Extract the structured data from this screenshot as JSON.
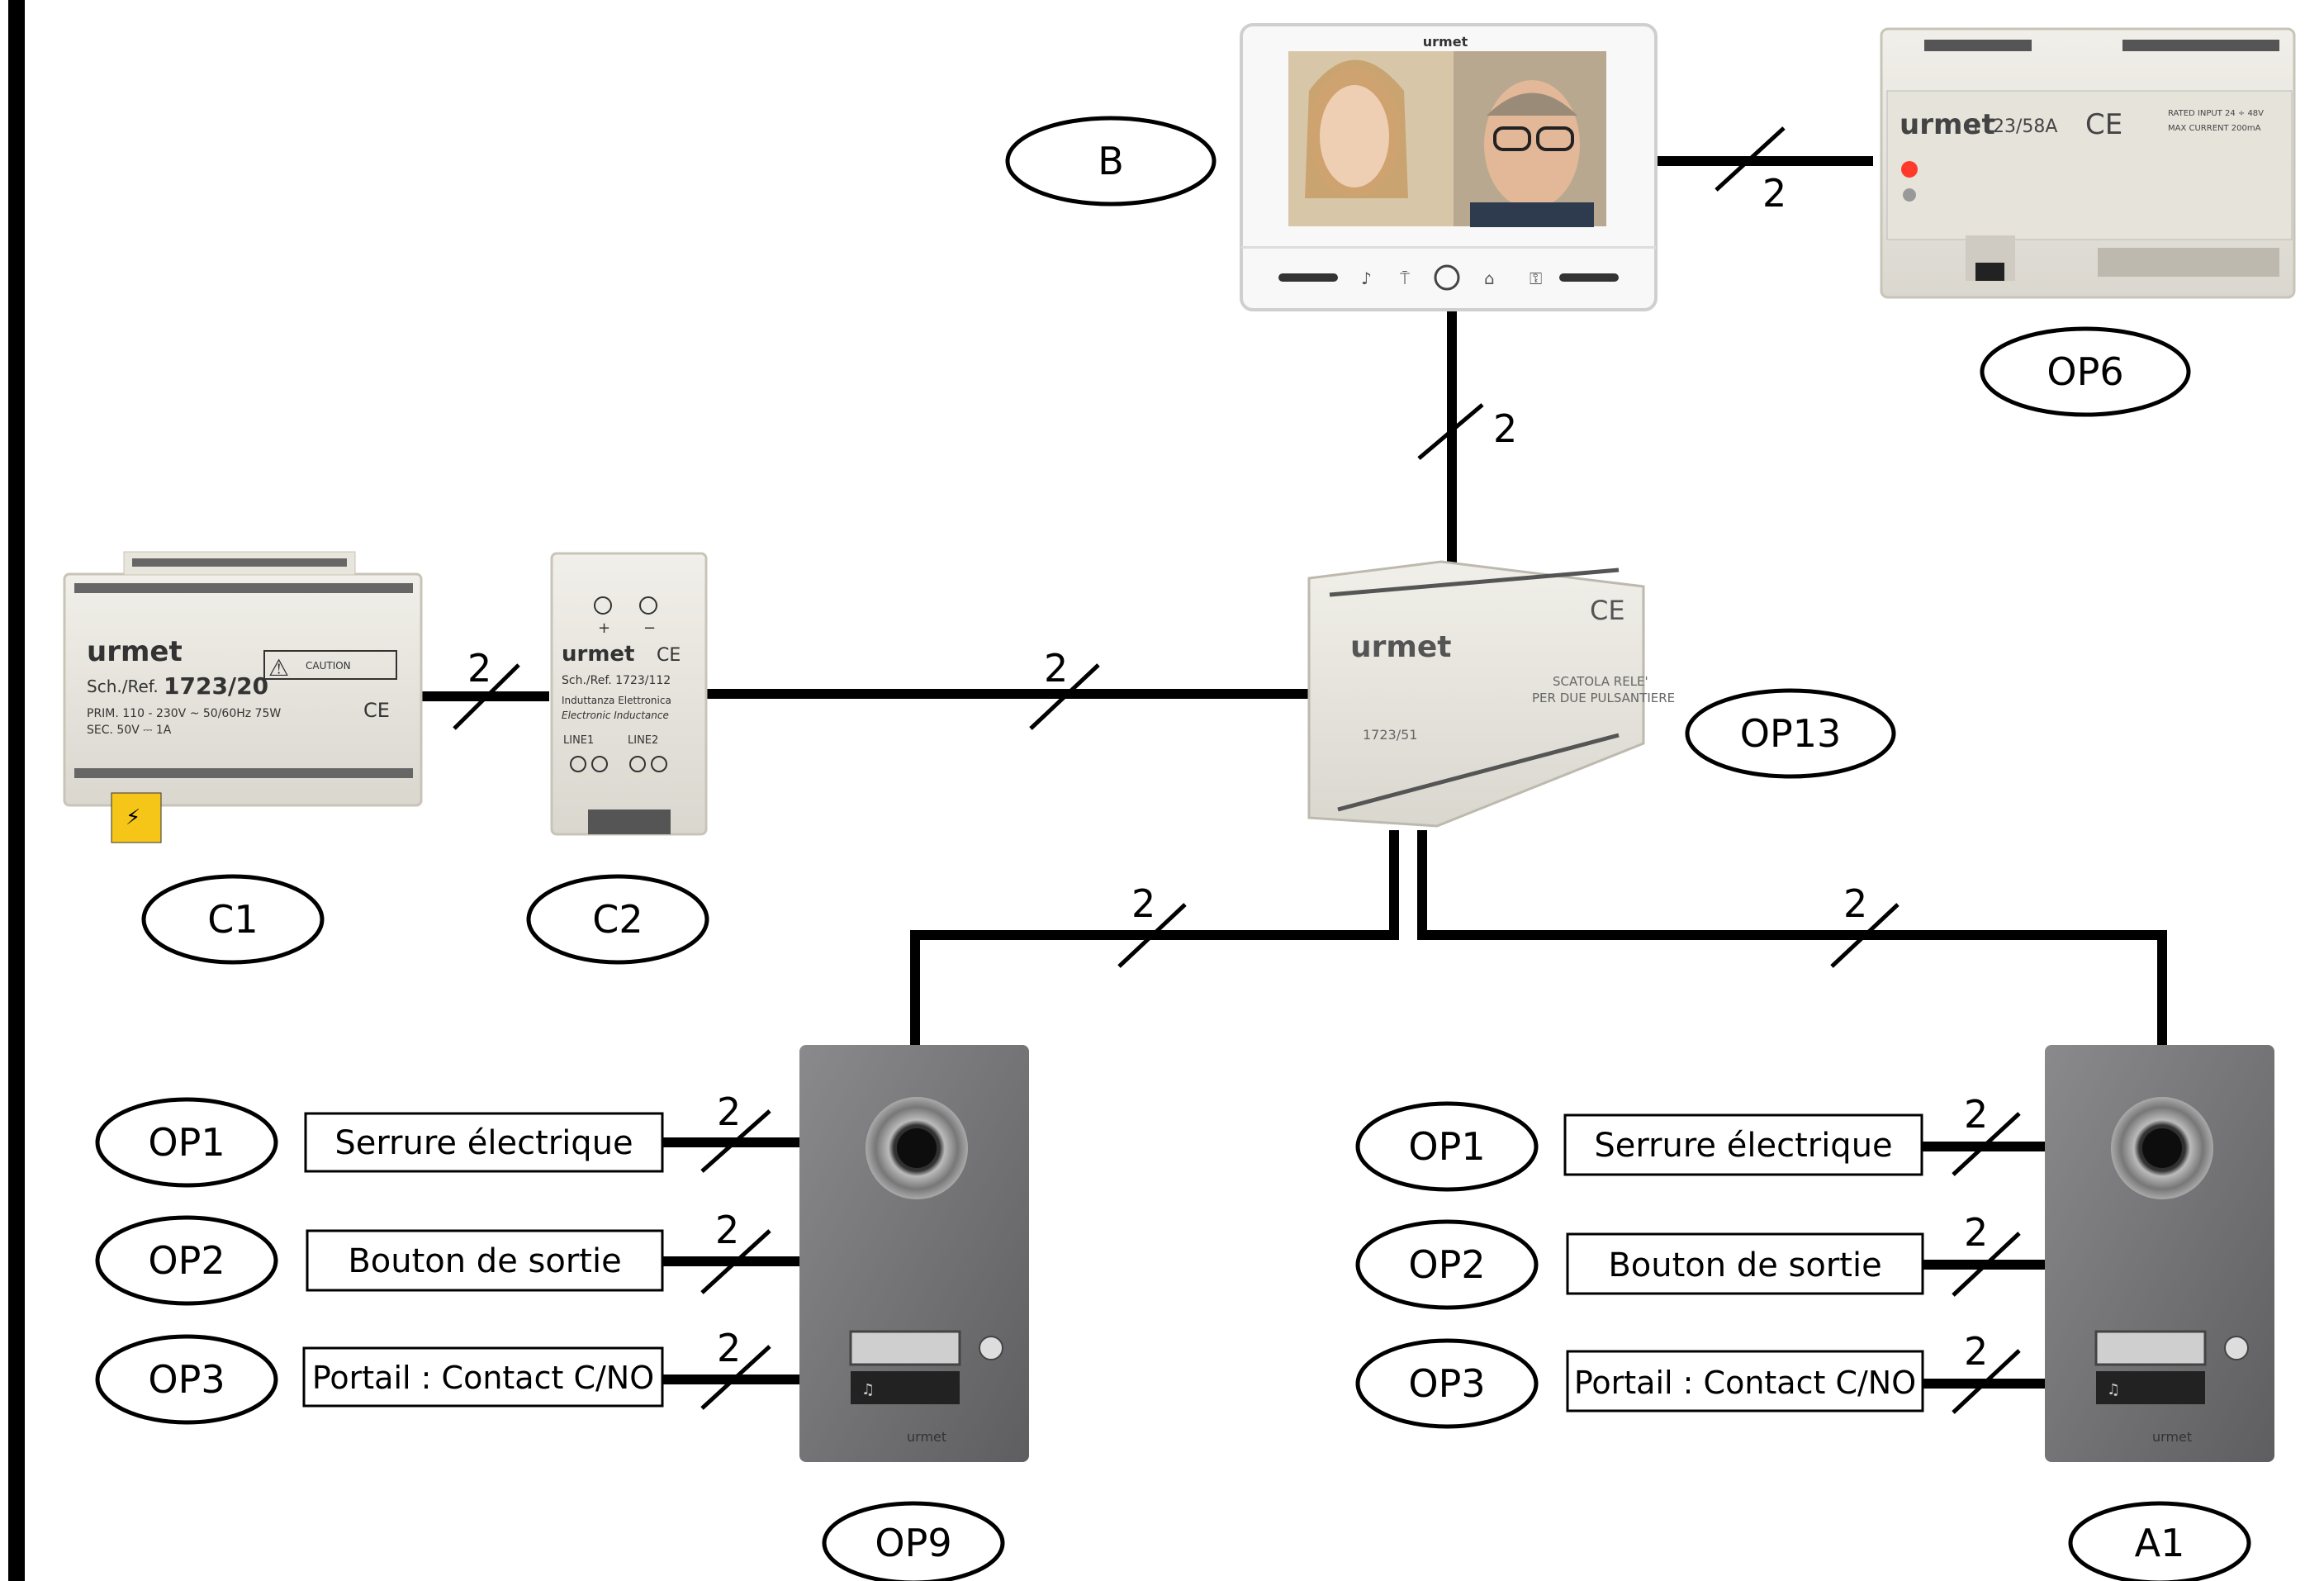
{
  "devices": {
    "monitor": {
      "label": "B",
      "brand": "urmet"
    },
    "ip_gateway": {
      "label": "OP6",
      "brand": "urmet",
      "ref": "1723/58A",
      "rated": "RATED INPUT 24 ÷ 48V",
      "max": "MAX CURRENT 200mA"
    },
    "power_supply": {
      "label": "C1",
      "brand": "urmet",
      "ref_prefix": "Sch./Ref.",
      "ref": "1723/20",
      "prim": "PRIM. 110 - 230V ~ 50/60Hz 75W",
      "sec": "SEC. 50V ⎓ 1A",
      "caution": "CAUTION"
    },
    "inductance": {
      "label": "C2",
      "brand": "urmet",
      "ref": "Sch./Ref. 1723/112",
      "line_a": "Induttanza Elettronica",
      "line_b": "Electronic Inductance",
      "line1": "LINE1",
      "line2": "LINE2",
      "plus": "+",
      "minus": "−"
    },
    "relay_box": {
      "label": "OP13",
      "brand": "urmet",
      "ref": "1723/51",
      "text_a": "SCATOLA RELE'",
      "text_b": "PER DUE PULSANTIERE"
    },
    "door_station_left": {
      "label": "OP9",
      "brand": "urmet"
    },
    "door_station_right": {
      "label": "A1",
      "brand": "urmet"
    }
  },
  "left_outputs": [
    {
      "label": "OP1",
      "text": "Serrure électrique",
      "wires": "2"
    },
    {
      "label": "OP2",
      "text": "Bouton de sortie",
      "wires": "2"
    },
    {
      "label": "OP3",
      "text": "Portail : Contact C/NO",
      "wires": "2"
    }
  ],
  "right_outputs": [
    {
      "label": "OP1",
      "text": "Serrure électrique",
      "wires": "2"
    },
    {
      "label": "OP2",
      "text": "Bouton de sortie",
      "wires": "2"
    },
    {
      "label": "OP3",
      "text": "Portail : Contact C/NO",
      "wires": "2"
    }
  ],
  "links": {
    "monitor_gateway": "2",
    "monitor_relay": "2",
    "c1_c2": "2",
    "c2_relay": "2",
    "relay_op9": "2",
    "relay_a1": "2"
  }
}
